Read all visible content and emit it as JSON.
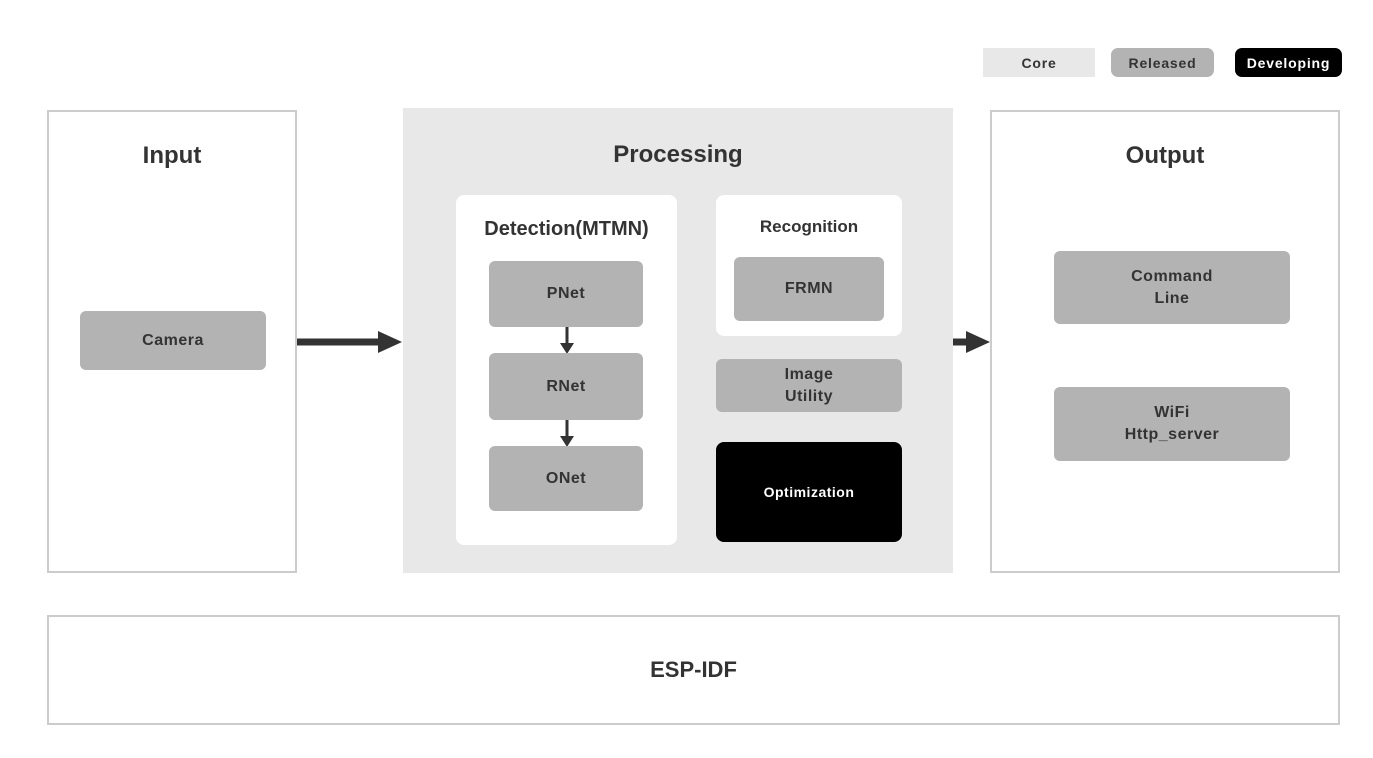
{
  "legend": {
    "core": {
      "label": "Core",
      "bg": "#e8e8e8",
      "fg": "#333333"
    },
    "released": {
      "label": "Released",
      "bg": "#b3b3b3",
      "fg": "#333333"
    },
    "developing": {
      "label": "Developing",
      "bg": "#000000",
      "fg": "#ffffff"
    }
  },
  "input": {
    "title": "Input",
    "camera_label": "Camera"
  },
  "processing": {
    "title": "Processing",
    "detection": {
      "title": "Detection(MTMN)",
      "pnet_label": "PNet",
      "rnet_label": "RNet",
      "onet_label": "ONet"
    },
    "recognition": {
      "title": "Recognition",
      "frmn_label": "FRMN"
    },
    "image_utility_label": "Image\nUtility",
    "optimization_label": "Optimization"
  },
  "output": {
    "title": "Output",
    "command_line_label": "Command\nLine",
    "wifi_label": "WiFi\nHttp_server"
  },
  "foundation": {
    "title": "ESP-IDF"
  },
  "colors": {
    "core": "#e8e8e8",
    "released": "#b3b3b3",
    "developing": "#000000",
    "processing_bg": "#e8e8e8",
    "arrow": "#333333",
    "text": "#333333",
    "box_border": "#cccccc"
  }
}
